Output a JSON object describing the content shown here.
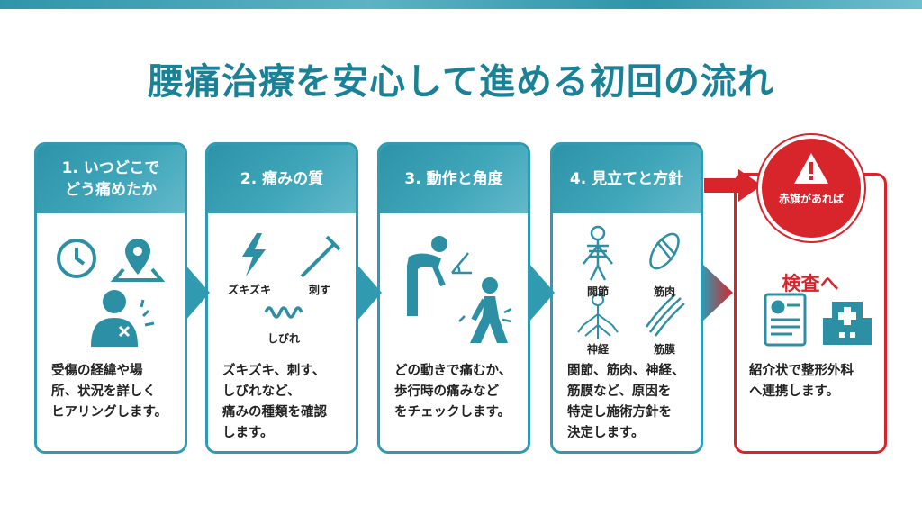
{
  "title": "腰痛治療を安心して進める初回の流れ",
  "steps": [
    {
      "header": "1. いつどこで\nどう痛めたか",
      "desc": "受傷の経緯や場\n所、状況を詳しく\nヒアリングします。",
      "icons": [
        "clock-icon",
        "map-pin-icon",
        "person-pain-icon"
      ]
    },
    {
      "header": "2. 痛みの質",
      "desc": "ズキズキ、刺す、\nしびれなど、\n痛みの種類を確認\nします。",
      "labels": [
        "ズキズキ",
        "刺す",
        "しびれ"
      ]
    },
    {
      "header": "3. 動作と角度",
      "desc": "どの動きで痛むか、\n歩行時の痛みなど\nをチェックします。"
    },
    {
      "header": "4. 見立てと方針",
      "desc": "関節、筋肉、神経、\n筋膜など、原因を\n特定し施術方針を\n決定します。",
      "labels": [
        "関節",
        "筋肉",
        "神経",
        "筋膜"
      ]
    }
  ],
  "red_flag": {
    "badge": "赤旗があれば",
    "heading": "検査へ",
    "desc": "紹介状で整形外科\nへ連携します。"
  },
  "colors": {
    "teal": "#2f9ab0",
    "title": "#1b8197",
    "red": "#d8242b"
  }
}
